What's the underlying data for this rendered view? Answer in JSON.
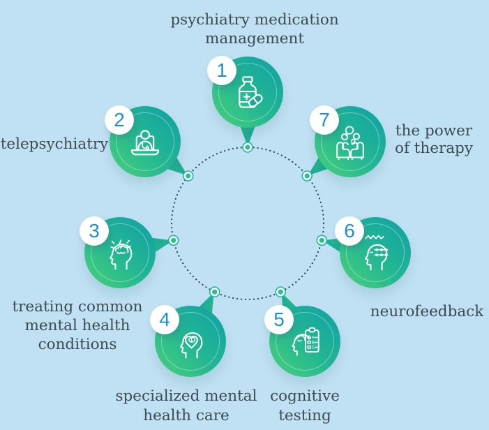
{
  "palette": {
    "background": "#bfe1f3",
    "badge_gradient_start": "#4bd178",
    "badge_gradient_end": "#0fa0a6",
    "number_color": "#1e8fd5",
    "label_color": "#3d4a52",
    "dotted_ring_color": "#33424f",
    "marker_ring_color": "#25b39b",
    "marker_dot_color": "#2fbe85"
  },
  "wheel": {
    "steps_count": "7"
  },
  "items": [
    {
      "number": "1",
      "label_lines": [
        "psychiatry medication",
        "management"
      ],
      "icon": "medicine-bottle-icon"
    },
    {
      "number": "2",
      "label_lines": [
        "telepsychiatry"
      ],
      "icon": "telepsychiatry-doctor-laptop-icon"
    },
    {
      "number": "3",
      "label_lines": [
        "treating common",
        "mental health conditions"
      ],
      "icon": "stressed-brain-head-icon"
    },
    {
      "number": "4",
      "label_lines": [
        "specialized mental",
        "health care"
      ],
      "icon": "heart-brain-head-icon"
    },
    {
      "number": "5",
      "label_lines": [
        "cognitive",
        "testing"
      ],
      "icon": "cognitive-test-checklist-icon"
    },
    {
      "number": "6",
      "label_lines": [
        "neurofeedback"
      ],
      "icon": "neurofeedback-eeg-head-icon"
    },
    {
      "number": "7",
      "label_lines": [
        "the power",
        "of therapy"
      ],
      "icon": "therapy-session-chairs-icon"
    }
  ]
}
